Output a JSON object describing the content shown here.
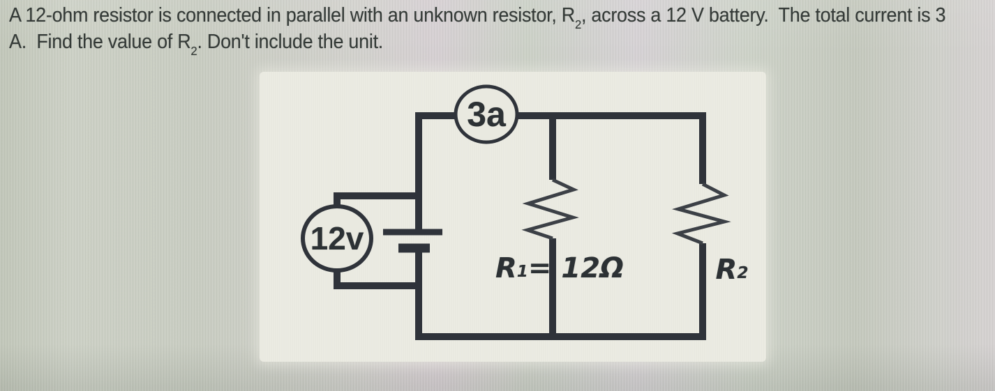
{
  "question": {
    "line1_parts": [
      "A 12-ohm resistor is connected in parallel with an unknown resistor, R",
      "2",
      ", across a 12 V battery.  The total current is 3"
    ],
    "line2_parts": [
      "A.  Find the value of R",
      "2",
      ". Don't include the unit."
    ]
  },
  "circuit": {
    "ammeter_label": "3a",
    "source_label": "12v",
    "r1_parts": [
      "R",
      "1",
      " = 12Ω"
    ],
    "r2_parts": [
      "R",
      "2"
    ]
  },
  "colors": {
    "wire": "#2f333a",
    "ink": "#343a37",
    "diagram_bg": "#e9e9e0",
    "page_bg": "#c9cdc2"
  }
}
